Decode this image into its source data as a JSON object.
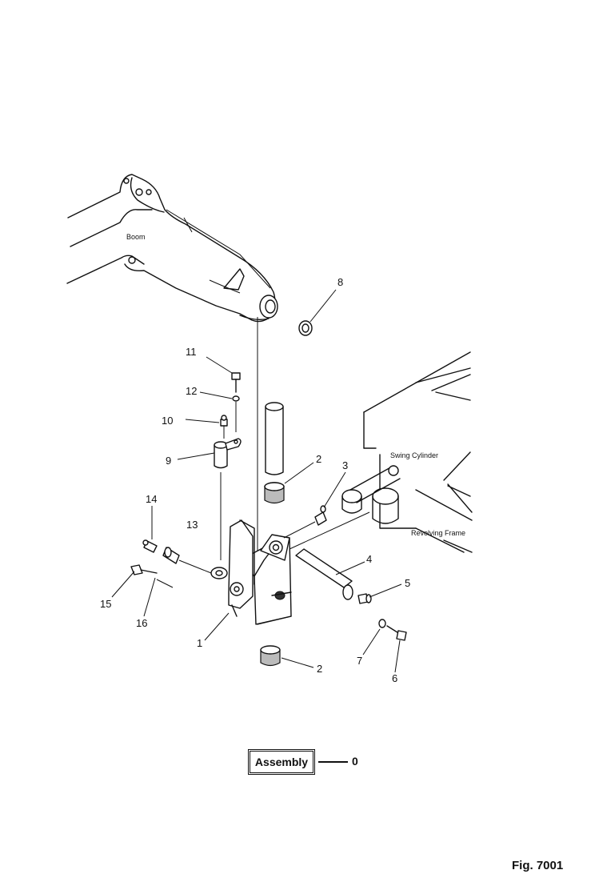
{
  "labels": {
    "boom": "Boom",
    "swing_cylinder": "Swing Cylinder",
    "revolving_frame": "Revolving Frame"
  },
  "callouts": {
    "n1": "1",
    "n2a": "2",
    "n2b": "2",
    "n3": "3",
    "n4": "4",
    "n5": "5",
    "n6": "6",
    "n7": "7",
    "n8": "8",
    "n9": "9",
    "n10": "10",
    "n11": "11",
    "n12": "12",
    "n13": "13",
    "n14": "14",
    "n15": "15",
    "n16": "16"
  },
  "assembly": {
    "label": "Assembly",
    "number": "0"
  },
  "figure": {
    "label": "Fig. 7001"
  }
}
